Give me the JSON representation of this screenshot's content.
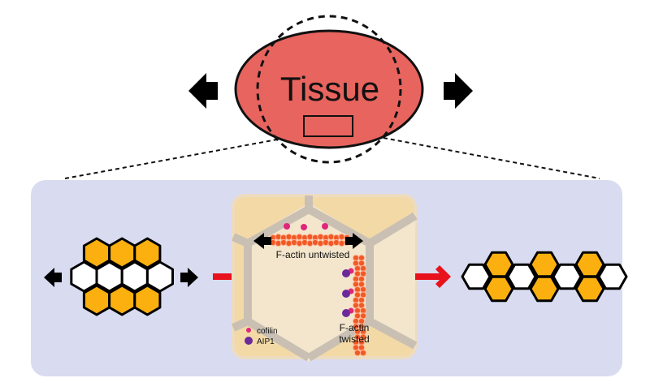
{
  "tissue": {
    "label": "Tissue",
    "fill": "#e8645e"
  },
  "panel": {
    "background": "#d9dbf1"
  },
  "inset": {
    "background": "#f2d9a6",
    "cell_fill": "#f3e6cc",
    "junction_color": "#c9c0b3",
    "filament_top_label": "F-actin untwisted",
    "filament_side_label_line1": "F-actin",
    "filament_side_label_line2": "twisted",
    "legend": [
      {
        "label": "cofilin",
        "color": "#e0267a"
      },
      {
        "label": "AIP1",
        "color": "#6a2a9a"
      }
    ]
  },
  "colors": {
    "hex_orange": "#fbb00f",
    "hex_white": "#ffffff",
    "actin": "#f15a24",
    "arrow_red": "#e8121c"
  }
}
